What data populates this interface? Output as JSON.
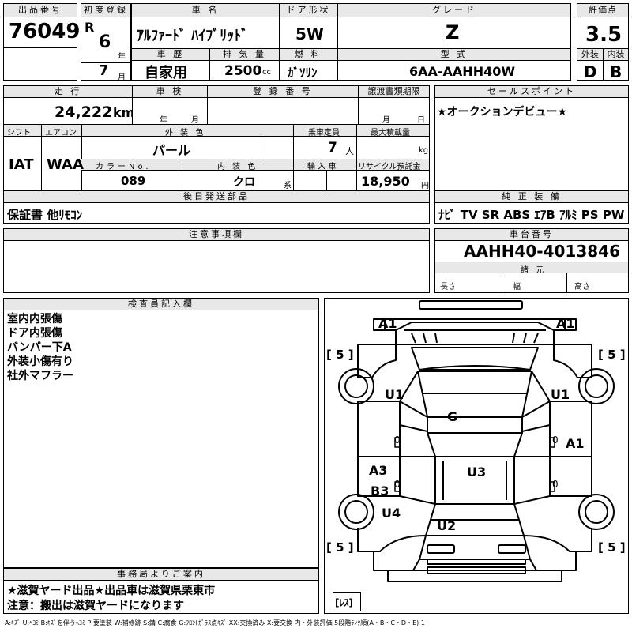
{
  "labels": {
    "lot_no": "出品番号",
    "first_reg": "初度登録",
    "car_name": "車 名",
    "door_type": "ドア形状",
    "grade": "グレード",
    "score": "評価点",
    "era_year": "年",
    "month": "月",
    "history": "車 歴",
    "displacement": "排 気 量",
    "fuel": "燃 料",
    "model_code": "型 式",
    "exterior": "外装",
    "interior": "内装",
    "mileage": "走 行",
    "inspection": "車 検",
    "reg_no": "登 録 番 号",
    "transfer_deadline": "譲渡書類期限",
    "insp_year": "年",
    "insp_month": "月",
    "tr_month": "月",
    "tr_day": "日",
    "selling_point": "セールスポイント",
    "shift": "シフト",
    "aircon": "エアコン",
    "ext_color": "外 装 色",
    "capacity": "乗車定員",
    "max_load": "最大積載量",
    "capacity_unit": "人",
    "load_unit": "kg",
    "color_no": "カラーNo.",
    "int_color": "内 装 色",
    "int_color_suffix": "系",
    "import": "輸 入 車",
    "recycle": "リサイクル預託金",
    "recycle_unit": "円",
    "later_parts": "後日発送部品",
    "genuine_equip": "純 正 装 備",
    "notes": "注意事項欄",
    "chassis_no": "車台番号",
    "specs": "諸 元",
    "length": "長さ",
    "width": "幅",
    "height": "高さ",
    "inspector_notes": "検査員記入欄",
    "office_notice": "事務局よりご案内"
  },
  "values": {
    "lot_no": "76049",
    "era": "R",
    "year": "6",
    "month": "7",
    "car_name": "ｱﾙﾌｧｰﾄﾞ ﾊｲﾌﾞﾘｯﾄﾞ",
    "door_type": "5W",
    "grade": "Z",
    "score": "3.5",
    "history": "自家用",
    "displacement": "2500",
    "displacement_unit": "cc",
    "fuel": "ｶﾞｿﾘﾝ",
    "model_code": "6AA-AAHH40W",
    "exterior_score": "D",
    "interior_score": "B",
    "mileage": "24,222",
    "mileage_unit": "km",
    "selling_point": "★オークションデビュー★",
    "shift": "IAT",
    "aircon": "WAA",
    "ext_color": "パール",
    "capacity": "7",
    "color_no": "089",
    "int_color": "クロ",
    "recycle": "18,950",
    "later_parts": "保証書 他ﾘﾓｺﾝ",
    "genuine_equip": "ﾅﾋﾞ TV SR ABS ｴｱB ｱﾙﾐ PS PW",
    "chassis_no": "AAHH40-4013846"
  },
  "inspector_lines": [
    "室内内張傷",
    "ドア内張傷",
    "バンパー下A",
    "外装小傷有り",
    "社外マフラー"
  ],
  "office_lines": [
    "★滋賀ヤード出品★出品車は滋賀県栗東市",
    "注意：搬出は滋賀ヤードになります"
  ],
  "diagram": {
    "marks": {
      "a1_left": "A1",
      "a1_right": "A1",
      "u1_left": "U1",
      "u1_right": "U1",
      "g": "G",
      "a1_side": "A1",
      "a3": "A3",
      "b3": "B3",
      "u3": "U3",
      "u4": "U4",
      "u2": "U2",
      "zero_1": "0",
      "zero_2": "0",
      "zero_3": "0",
      "zero_4": "0"
    },
    "tire_tl": "[ 5 ]",
    "tire_tr": "[ 5 ]",
    "tire_bl": "[ 5 ]",
    "tire_br": "[ 5 ]",
    "spare": "[ﾚｽ]"
  },
  "legend": "A:ｷｽﾞ  U:ﾍｺﾐ B:ｷｽﾞを伴うﾍｺﾐ P:要塗装 W:補修跡 S:錆 C:腐食 G:ﾌﾛﾝﾄｶﾞﾗｽ点ｷｽﾞ XX:交換済み X:要交換  内・外装評価  5段階ﾗﾝｸ順(A・B・C・D・E) 1"
}
